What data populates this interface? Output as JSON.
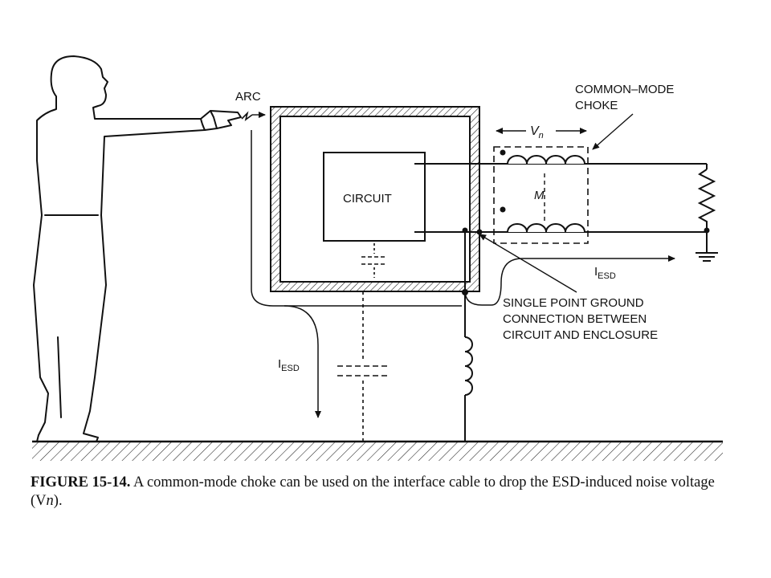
{
  "diagram": {
    "labels": {
      "arc": "ARC",
      "circuit": "CIRCUIT",
      "choke_line1": "COMMON–MODE",
      "choke_line2": "CHOKE",
      "vn_main": "V",
      "vn_sub": "n",
      "mutual": "M",
      "iesd_right_main": "I",
      "iesd_right_sub": "ESD",
      "iesd_left_main": "I",
      "iesd_left_sub": "ESD",
      "ground_line1": "SINGLE  POINT GROUND",
      "ground_line2": "CONNECTION BETWEEN",
      "ground_line3": "CIRCUIT AND ENCLOSURE"
    },
    "caption": {
      "number": "FIGURE 15-14.",
      "text": " A common-mode choke can be used on the interface cable to drop the ESD-induced noise voltage (V",
      "italic": "n",
      "end": ")."
    }
  }
}
